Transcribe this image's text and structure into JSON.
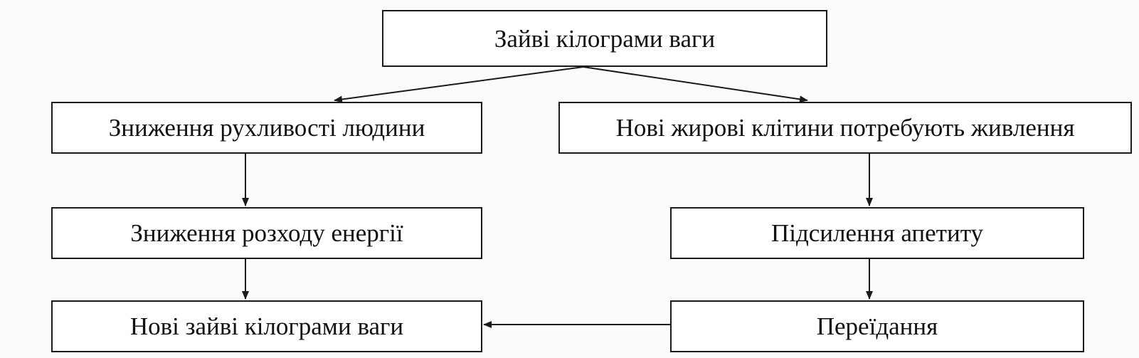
{
  "diagram": {
    "nodes": {
      "excess_weight": "Зайві кілограми ваги",
      "reduced_mobility": "Зниження рухливості людини",
      "fat_cells_nutrition": "Нові жирові клітини потребують живлення",
      "reduced_energy_use": "Зниження розходу енергії",
      "increased_appetite": "Підсилення апетиту",
      "new_excess_weight": "Нові зайві кілограми ваги",
      "overeating": "Переїдання"
    },
    "edges": [
      [
        "excess_weight",
        "reduced_mobility"
      ],
      [
        "excess_weight",
        "fat_cells_nutrition"
      ],
      [
        "reduced_mobility",
        "reduced_energy_use"
      ],
      [
        "reduced_energy_use",
        "new_excess_weight"
      ],
      [
        "fat_cells_nutrition",
        "increased_appetite"
      ],
      [
        "increased_appetite",
        "overeating"
      ],
      [
        "overeating",
        "new_excess_weight"
      ]
    ],
    "colors": {
      "line": "#1a1a1a",
      "background": "#fbfbf9"
    }
  }
}
